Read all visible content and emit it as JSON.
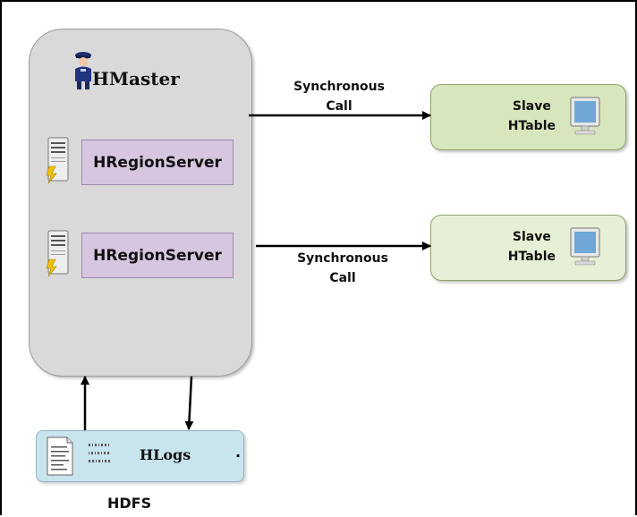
{
  "hmaster": {
    "label": "HMaster",
    "icon": "guard-icon"
  },
  "region_servers": [
    {
      "label": "HRegionServer",
      "icon": "server-icon"
    },
    {
      "label": "HRegionServer",
      "icon": "server-icon"
    }
  ],
  "calls": [
    {
      "line1": "Synchronous",
      "line2": "Call"
    },
    {
      "line1": "Synchronous",
      "line2": "Call"
    }
  ],
  "slaves": [
    {
      "line1": "Slave",
      "line2": "HTable",
      "icon": "monitor-icon",
      "color": "#d8e6bd"
    },
    {
      "line1": "Slave",
      "line2": "HTable",
      "icon": "monitor-icon",
      "color": "#e6f0d6"
    }
  ],
  "hlogs": {
    "label": "HLogs",
    "trailing": ".",
    "icon": "document-icon"
  },
  "hdfs": {
    "label": "HDFS"
  },
  "colors": {
    "hmaster_fill": "#d9d9d9",
    "region_fill": "#d6c6e0",
    "hlogs_fill": "#c8e4ed"
  }
}
